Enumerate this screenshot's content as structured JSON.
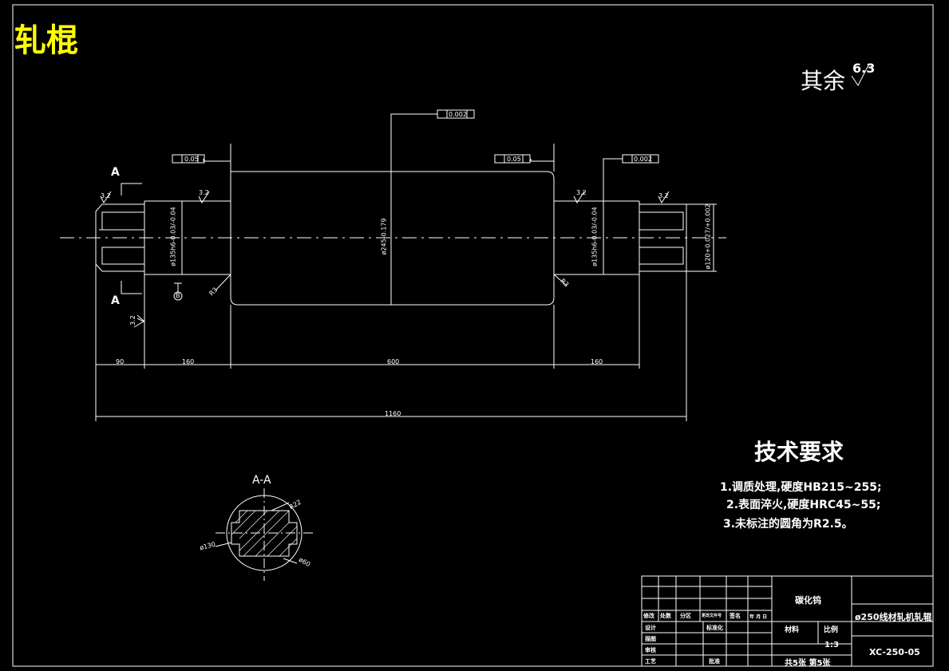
{
  "drawing": {
    "title": "轧棍",
    "surface_rest_label": "其余",
    "surface_rest_value": "6.3",
    "tech_title": "技术要求",
    "requirements": [
      "1.调质处理,硬度HB215~255;",
      "2.表面淬火,硬度HRC45~55;",
      "3.未标注的圆角为R2.5。"
    ],
    "section_label": "A-A",
    "section_markers": [
      "A",
      "A"
    ],
    "datum": "B",
    "roughness": [
      "3.2",
      "3.2",
      "3.2",
      "3.2",
      "3.2"
    ],
    "tolerances": [
      "0.05",
      "0.002",
      "0.05",
      "0.002"
    ],
    "fillets": [
      "R3",
      "R3"
    ],
    "diameters": {
      "journal_left": "ø135h6-0.03/-0.04",
      "body": "ø245-0.179",
      "journal_right": "ø135h6-0.03/-0.04",
      "end": "ø120+0.027/+0.002",
      "section_outer": "ø130",
      "section_inner": "ø60",
      "section_tag": "R22"
    },
    "lengths": [
      "90",
      "160",
      "600",
      "160",
      "1160"
    ]
  },
  "title_block": {
    "material": "碳化钨",
    "name": "ø250线材轧机轧辊",
    "code": "XC-250-05",
    "scale_label": "比例",
    "scale": "1:3",
    "material_label": "材料",
    "sheets": "共5张  第5张",
    "header_cells": [
      "修改",
      "处数",
      "分区",
      "更改文件号",
      "签名",
      "年 月 日"
    ],
    "row_labels": [
      "设计",
      "标准化",
      "描图",
      "审核",
      "工艺",
      "批准"
    ]
  },
  "colors": {
    "background": "#000000",
    "line": "#ffffff",
    "title": "#ffff00"
  }
}
